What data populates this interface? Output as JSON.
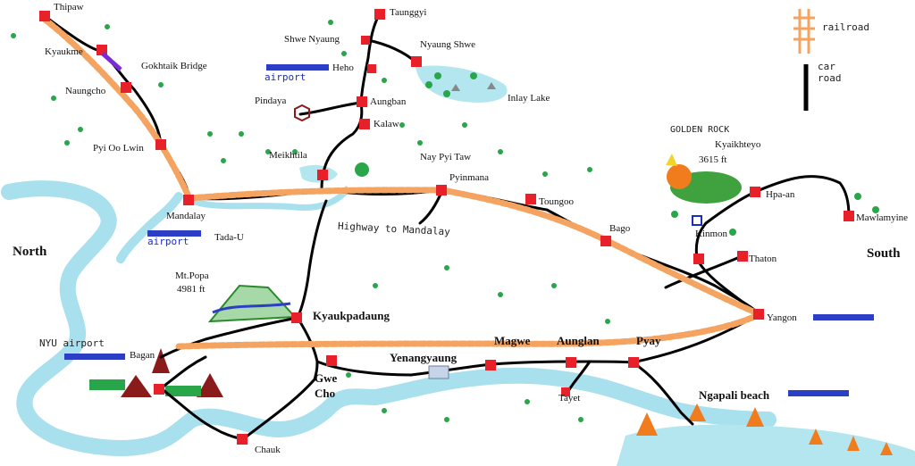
{
  "legend": {
    "railroad": "railroad",
    "car_road": "car road"
  },
  "regions": {
    "north": "North",
    "south": "South"
  },
  "cities": {
    "thipaw": "Thipaw",
    "kyaukme": "Kyaukme",
    "gokhtaik": "Gokhtaik Bridge",
    "naungcho": "Naungcho",
    "pyioolwin": "Pyi Oo Lwin",
    "mandalay": "Mandalay",
    "tadau": "Tada-U",
    "taunggyi": "Taunggyi",
    "shwenyaung": "Shwe Nyaung",
    "nyaungshwe": "Nyaung Shwe",
    "heho": "Heho",
    "pindaya": "Pindaya",
    "aungban": "Aungban",
    "kalaw": "Kalaw",
    "inlay": "Inlay Lake",
    "meikhtila": "Meikhtila",
    "naypyitaw": "Nay Pyi Taw",
    "pyinmana": "Pyinmana",
    "toungoo": "Toungoo",
    "bago": "Bago",
    "kinmon": "Kinmon",
    "thaton": "Thaton",
    "hpaan": "Hpa-an",
    "mawlamyine": "Mawlamyine",
    "goldenrock": "GOLDEN ROCK",
    "kyaikhteyo": "Kyaikhteyo",
    "kyaikhteyo_h": "3615 ft",
    "yangon": "Yangon",
    "mtpopa": "Mt.Popa",
    "mtpopa_h": "4981 ft",
    "kyaukpadaung": "Kyaukpadaung",
    "bagan": "Bagan",
    "magwe": "Magwe",
    "aunglan": "Aunglan",
    "pyay": "Pyay",
    "yenangyaung": "Yenangyaung",
    "gwecho": "Gwe Cho",
    "tayet": "Tayet",
    "chauk": "Chauk",
    "ngapali": "Ngapali beach",
    "highway": "Highway to Mandalay"
  },
  "airports": {
    "heho": "airport",
    "mandalay": "airport",
    "nyu": "NYU airport"
  },
  "colors": {
    "railroad": "#f4a460",
    "road": "#000000",
    "river": "#a8e0ee",
    "water": "#b4e6f0",
    "station": "#e8202a",
    "airport_bar": "#2c3ec6",
    "tree": "#2aa64a"
  }
}
